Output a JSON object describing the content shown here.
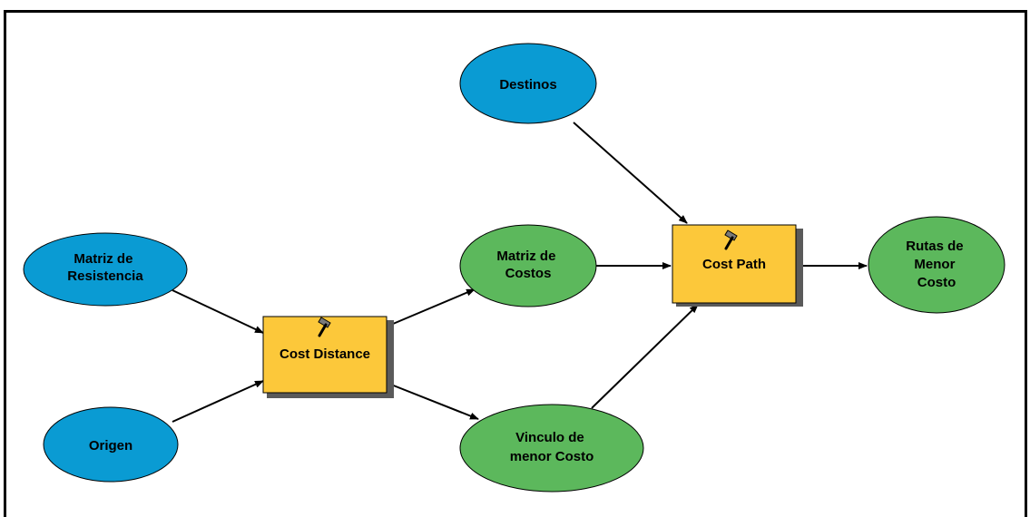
{
  "model": {
    "input_nodes": [
      {
        "id": "matriz-resistencia",
        "lines": [
          "Matriz de",
          "Resistencia"
        ]
      },
      {
        "id": "origen",
        "lines": [
          "Origen"
        ]
      },
      {
        "id": "destinos",
        "lines": [
          "Destinos"
        ]
      }
    ],
    "tools": [
      {
        "id": "cost-distance",
        "label": "Cost Distance"
      },
      {
        "id": "cost-path",
        "label": "Cost Path"
      }
    ],
    "output_nodes": [
      {
        "id": "matriz-costos",
        "lines": [
          "Matriz de",
          "Costos"
        ]
      },
      {
        "id": "vinculo",
        "lines": [
          "Vinculo de",
          "menor Costo"
        ]
      },
      {
        "id": "rutas",
        "lines": [
          "Rutas de",
          "Menor",
          "Costo"
        ]
      }
    ],
    "connections": [
      {
        "from": "matriz-resistencia",
        "to": "cost-distance"
      },
      {
        "from": "origen",
        "to": "cost-distance"
      },
      {
        "from": "cost-distance",
        "to": "matriz-costos"
      },
      {
        "from": "cost-distance",
        "to": "vinculo"
      },
      {
        "from": "destinos",
        "to": "cost-path"
      },
      {
        "from": "matriz-costos",
        "to": "cost-path"
      },
      {
        "from": "vinculo",
        "to": "cost-path"
      },
      {
        "from": "cost-path",
        "to": "rutas"
      }
    ]
  },
  "colors": {
    "input_fill": "#0a9bd3",
    "output_fill": "#5cb85c",
    "tool_fill": "#fcc83a",
    "stroke": "#000000",
    "frame": "#000000"
  },
  "icons": {
    "tool_icon": "hammer-icon"
  }
}
